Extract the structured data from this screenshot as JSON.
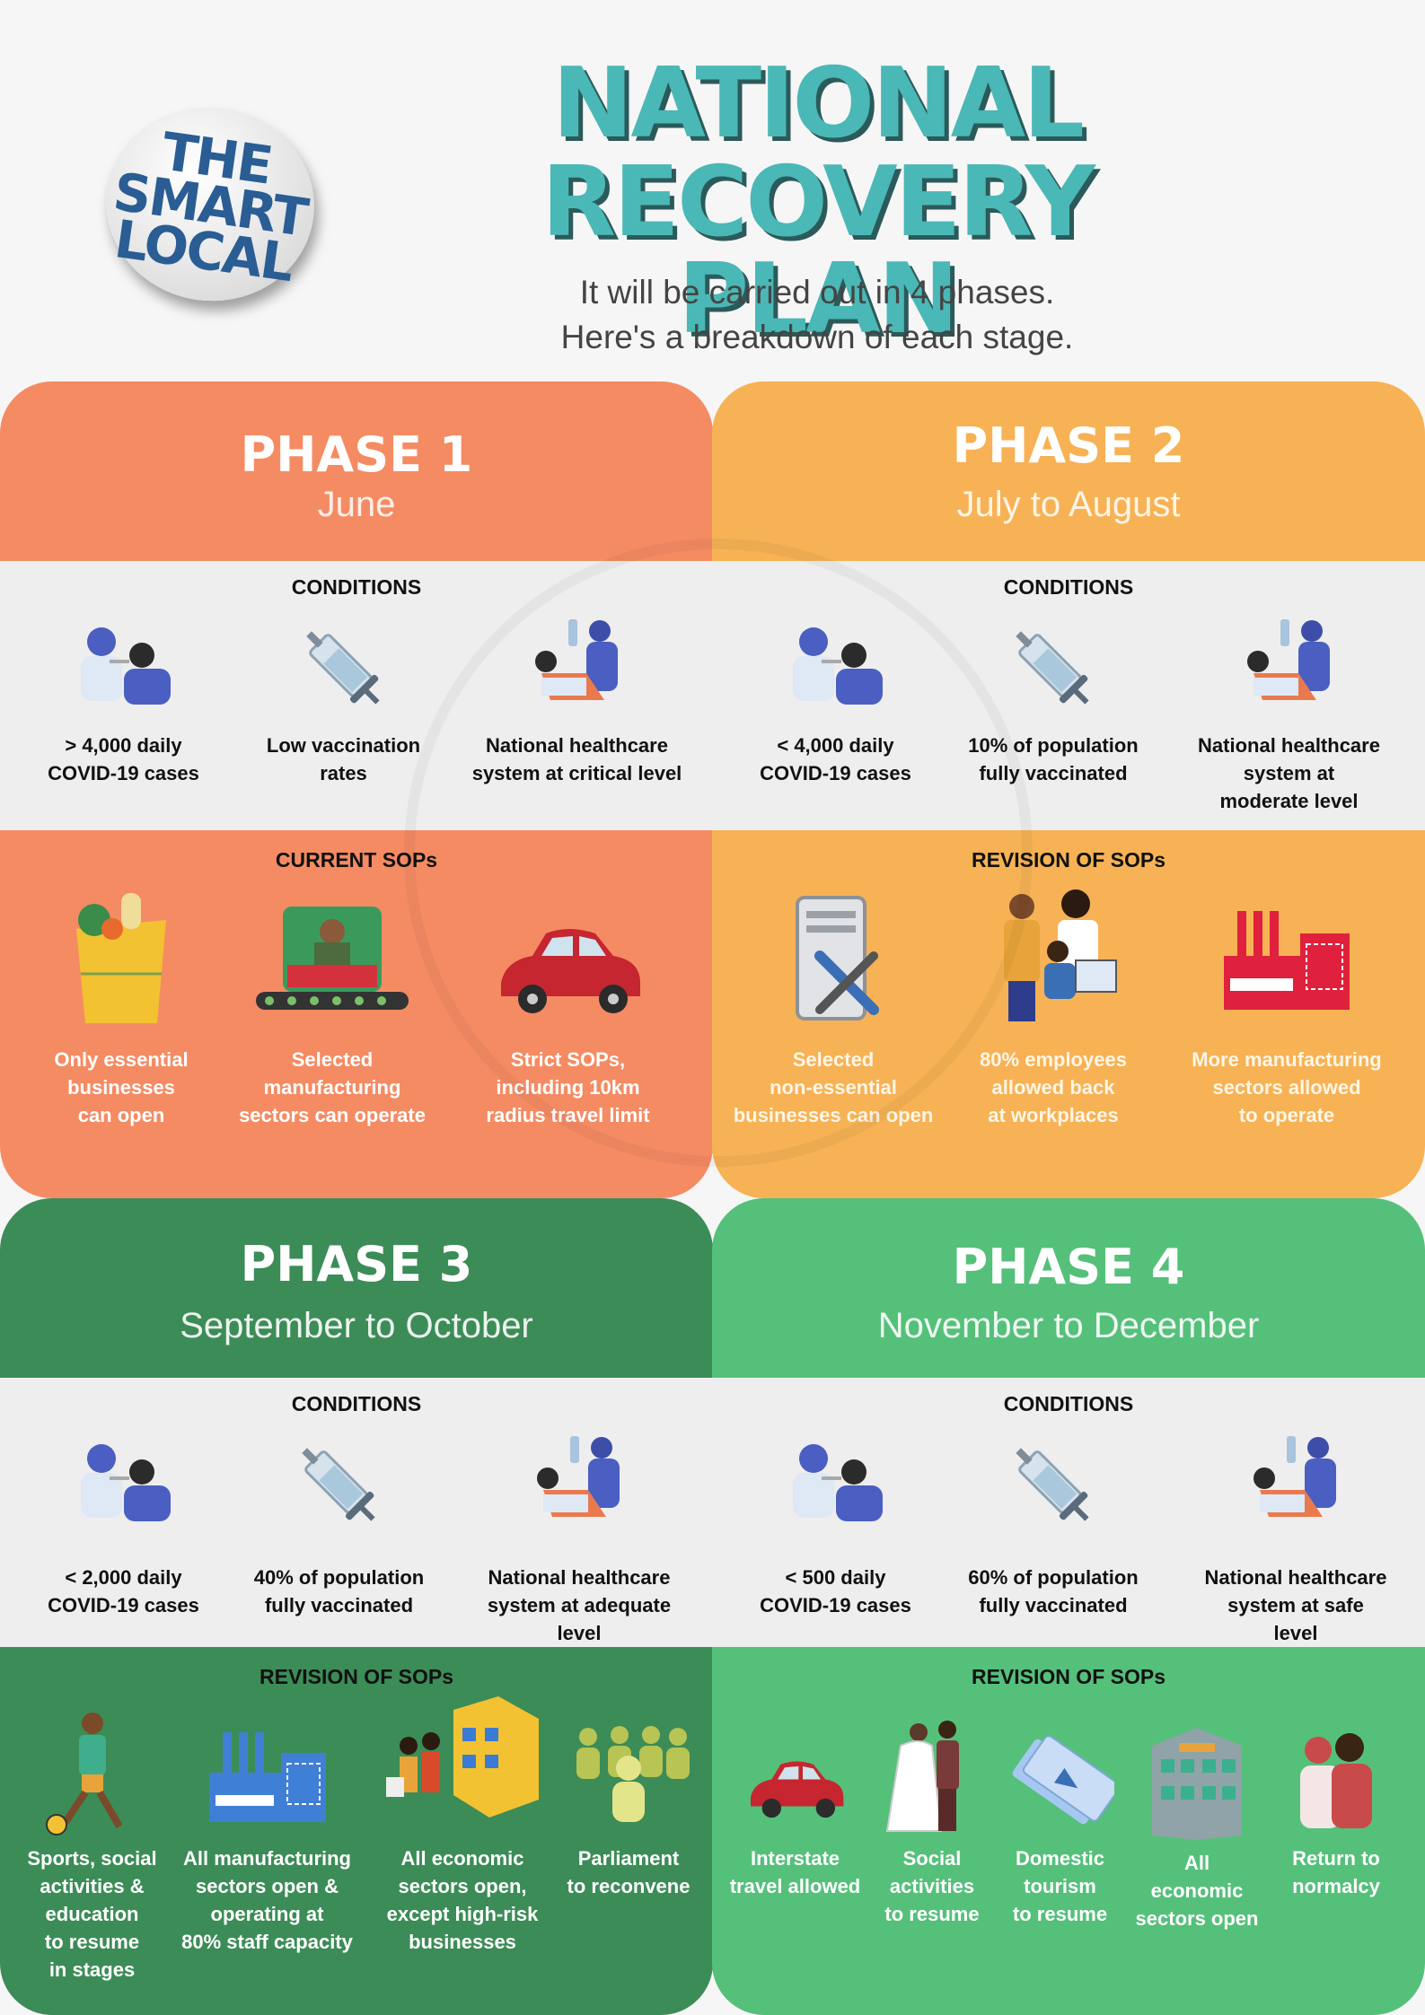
{
  "header": {
    "logo_lines": [
      "THE",
      "SMART",
      "LOCAL"
    ],
    "title_line1": "NATIONAL",
    "title_line2": "RECOVERY PLAN",
    "subtitle_line1": "It will be carried out in 4 phases.",
    "subtitle_line2": "Here's a breakdown of each stage."
  },
  "colors": {
    "phase1": "#f58b63",
    "phase2": "#f7b255",
    "phase3": "#3c8c57",
    "phase4": "#55c07a",
    "title": "#4ab8b6"
  },
  "phases": [
    {
      "name": "PHASE 1",
      "when": "June",
      "conditions_title": "CONDITIONS",
      "conditions": [
        {
          "icon": "covid-test-icon",
          "l1": "> 4,000 daily",
          "l2": "COVID-19 cases",
          "l3": ""
        },
        {
          "icon": "syringe-icon",
          "l1": "Low vaccination",
          "l2": "rates",
          "l3": ""
        },
        {
          "icon": "hospital-patient-icon",
          "l1": "National healthcare",
          "l2": "system at critical level",
          "l3": ""
        }
      ],
      "sops_title": "CURRENT SOPs",
      "sops": [
        {
          "icon": "grocery-bag-icon",
          "l1": "Only essential",
          "l2": "businesses",
          "l3": "can open"
        },
        {
          "icon": "factory-worker-icon",
          "l1": "Selected",
          "l2": "manufacturing",
          "l3": "sectors can operate"
        },
        {
          "icon": "car-icon",
          "l1": "Strict SOPs,",
          "l2": "including 10km",
          "l3": "radius travel limit"
        }
      ]
    },
    {
      "name": "PHASE 2",
      "when": "July to August",
      "conditions_title": "CONDITIONS",
      "conditions": [
        {
          "icon": "covid-test-icon",
          "l1": "< 4,000 daily",
          "l2": "COVID-19 cases",
          "l3": ""
        },
        {
          "icon": "syringe-icon",
          "l1": "10% of population",
          "l2": "fully vaccinated",
          "l3": ""
        },
        {
          "icon": "hospital-patient-icon",
          "l1": "National healthcare",
          "l2": "system at",
          "l3": "moderate level"
        }
      ],
      "sops_title": "REVISION OF SOPs",
      "sops": [
        {
          "icon": "server-tools-icon",
          "l1": "Selected",
          "l2": "non-essential",
          "l3": "businesses can open"
        },
        {
          "icon": "office-workers-icon",
          "l1": "80% employees",
          "l2": "allowed back",
          "l3": "at workplaces"
        },
        {
          "icon": "factory-icon",
          "l1": "More manufacturing",
          "l2": "sectors allowed",
          "l3": "to operate"
        }
      ]
    },
    {
      "name": "PHASE 3",
      "when": "September to October",
      "conditions_title": "CONDITIONS",
      "conditions": [
        {
          "icon": "covid-test-icon",
          "l1": "< 2,000 daily",
          "l2": "COVID-19 cases",
          "l3": ""
        },
        {
          "icon": "syringe-icon",
          "l1": "40% of population",
          "l2": "fully vaccinated",
          "l3": ""
        },
        {
          "icon": "hospital-patient-icon",
          "l1": "National healthcare",
          "l2": "system at adequate",
          "l3": "level"
        }
      ],
      "sops_title": "REVISION OF SOPs",
      "sops": [
        {
          "icon": "football-player-icon",
          "l1": "Sports, social",
          "l2": "activities &",
          "l3": "education",
          "l4": "to resume",
          "l5": "in stages"
        },
        {
          "icon": "factory-icon",
          "l1": "All manufacturing",
          "l2": "sectors open &",
          "l3": "operating at",
          "l4": "80% staff capacity",
          "l5": ""
        },
        {
          "icon": "shoppers-icon",
          "l1": "All economic",
          "l2": "sectors open,",
          "l3": "except high-risk",
          "l4": "businesses",
          "l5": ""
        },
        {
          "icon": "crowd-icon",
          "l1": "Parliament",
          "l2": "to reconvene",
          "l3": "",
          "l4": "",
          "l5": ""
        }
      ]
    },
    {
      "name": "PHASE 4",
      "when": "November to December",
      "conditions_title": "CONDITIONS",
      "conditions": [
        {
          "icon": "covid-test-icon",
          "l1": "< 500 daily",
          "l2": "COVID-19 cases",
          "l3": ""
        },
        {
          "icon": "syringe-icon",
          "l1": "60% of population",
          "l2": "fully vaccinated",
          "l3": ""
        },
        {
          "icon": "hospital-patient-icon",
          "l1": "National healthcare",
          "l2": "system at safe",
          "l3": "level"
        }
      ],
      "sops_title": "REVISION OF SOPs",
      "sops": [
        {
          "icon": "car-icon",
          "l1": "Interstate",
          "l2": "travel allowed",
          "l3": ""
        },
        {
          "icon": "wedding-couple-icon",
          "l1": "Social",
          "l2": "activities",
          "l3": "to resume"
        },
        {
          "icon": "plane-ticket-icon",
          "l1": "Domestic",
          "l2": "tourism",
          "l3": "to resume"
        },
        {
          "icon": "building-icon",
          "l1": "All",
          "l2": "economic",
          "l3": "sectors open"
        },
        {
          "icon": "hugging-people-icon",
          "l1": "Return to",
          "l2": "normalcy",
          "l3": ""
        }
      ]
    }
  ]
}
